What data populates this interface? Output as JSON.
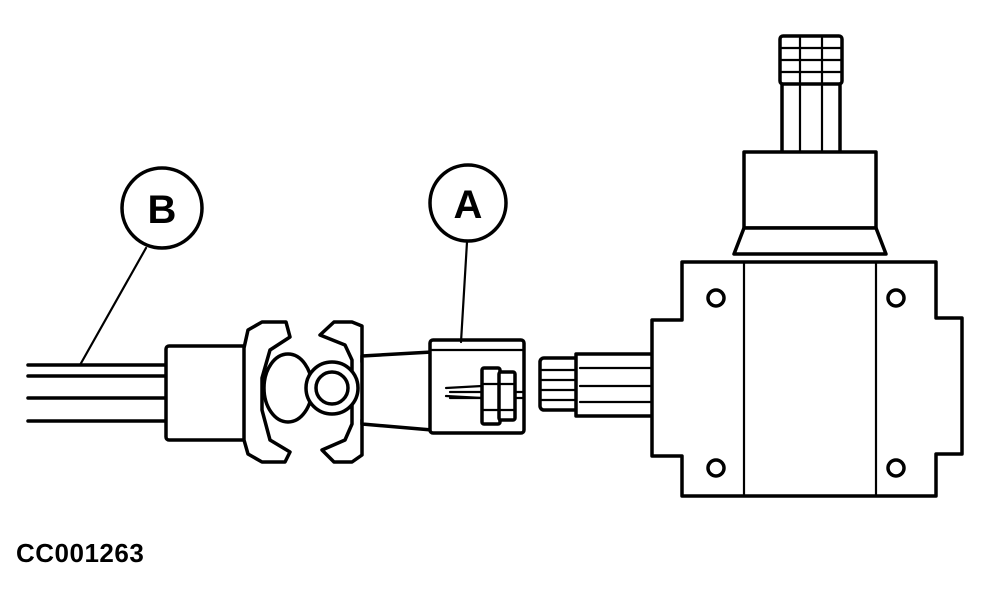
{
  "callouts": {
    "a": "A",
    "b": "B"
  },
  "figure_id": "CC001263"
}
